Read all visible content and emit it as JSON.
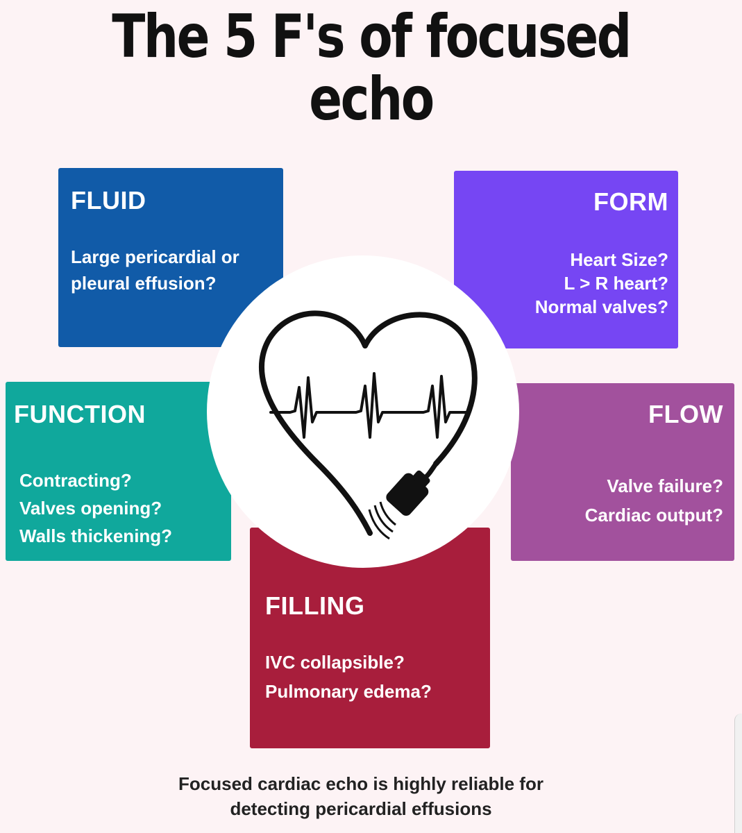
{
  "title": "The 5 F's of focused echo",
  "colors": {
    "fluid": "#115ba8",
    "form": "#7646f3",
    "function": "#10a89c",
    "flow": "#a2519d",
    "filling": "#a81e3c",
    "background": "#fdf3f5"
  },
  "cards": {
    "fluid": {
      "heading": "FLUID",
      "lines": [
        "Large pericardial or",
        "pleural effusion?"
      ]
    },
    "form": {
      "heading": "FORM",
      "lines": [
        "Heart Size?",
        "L > R heart?",
        "Normal valves?"
      ]
    },
    "function": {
      "heading": "FUNCTION",
      "lines": [
        "Contracting?",
        "Valves opening?",
        "Walls thickening?"
      ]
    },
    "flow": {
      "heading": "FLOW",
      "lines": [
        "Valve failure?",
        "Cardiac output?"
      ]
    },
    "filling": {
      "heading": "FILLING",
      "lines": [
        "IVC collapsible?",
        "Pulmonary edema?"
      ]
    }
  },
  "center_icon": "heart-ecg-probe-icon",
  "footer": {
    "line1": "Focused cardiac echo is highly reliable for",
    "line2": "detecting pericardial effusions"
  }
}
